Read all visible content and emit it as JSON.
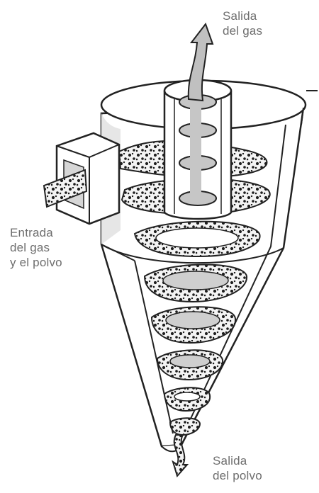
{
  "labels": {
    "gas_outlet": [
      "Salida",
      "del gas"
    ],
    "gas_inlet": [
      "Entrada",
      "del gas",
      "y el polvo"
    ],
    "dust_outlet": [
      "Salida",
      "del polvo"
    ]
  },
  "colors": {
    "ink": "#222222",
    "body_fill": "#ffffff",
    "shade": "#c9c9c9",
    "dark_shade": "#8a8a8a",
    "label_text": "#6e6e6e"
  },
  "icons": {
    "gas_flow_arrow": "gas-outlet-arrow-icon",
    "dust_flow_arrow": "dust-outlet-arrow-icon"
  }
}
